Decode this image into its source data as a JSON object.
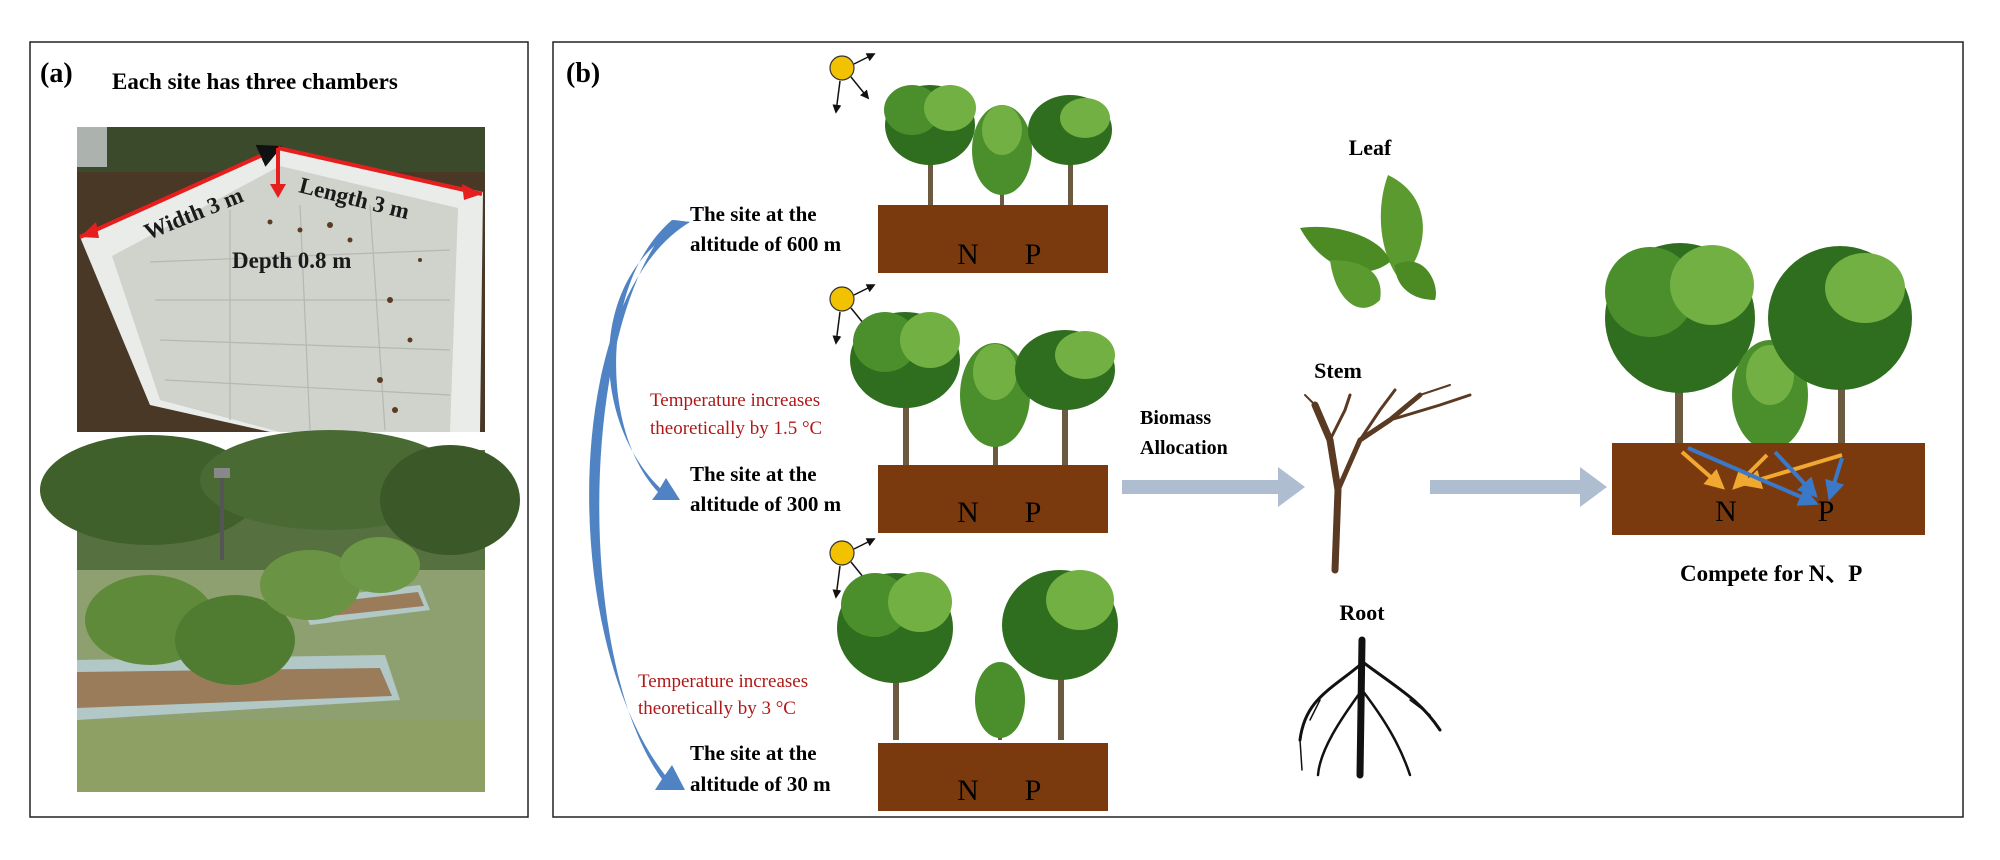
{
  "panel_a": {
    "label": "(a)",
    "title": "Each site has three chambers",
    "dims": {
      "width": "Width 3 m",
      "length": "Length 3 m",
      "depth": "Depth 0.8 m"
    }
  },
  "panel_b": {
    "label": "(b)",
    "sites": [
      {
        "line1": "The site at the",
        "line2": "altitude of 600 m",
        "n": "N",
        "p": "P"
      },
      {
        "line1": "The site at the",
        "line2": "altitude of 300 m",
        "n": "N",
        "p": "P"
      },
      {
        "line1": "The site at the",
        "line2": "altitude of 30 m",
        "n": "N",
        "p": "P"
      }
    ],
    "temps": [
      {
        "line1": "Temperature increases",
        "line2": "theoretically by  1.5 °C"
      },
      {
        "line1": "Temperature increases",
        "line2": "theoretically by  3 °C"
      }
    ],
    "allocation": {
      "line1": "Biomass",
      "line2": "Allocation"
    },
    "organs": {
      "leaf": "Leaf",
      "stem": "Stem",
      "root": "Root"
    },
    "compete": {
      "n": "N",
      "p": "P",
      "caption": "Compete for N、P"
    }
  },
  "colors": {
    "soil": "#7a3a0d",
    "sun": "#f2c200",
    "curve_arrow": "#4f83c3",
    "process_arrow": "#aebdd0",
    "temp_text": "#b01818",
    "orange_arrow": "#f0a830",
    "blue_arrow": "#3a78c8",
    "tree_dark": "#2f6e1e",
    "tree_mid": "#4a8f2c",
    "tree_light": "#72b043"
  }
}
